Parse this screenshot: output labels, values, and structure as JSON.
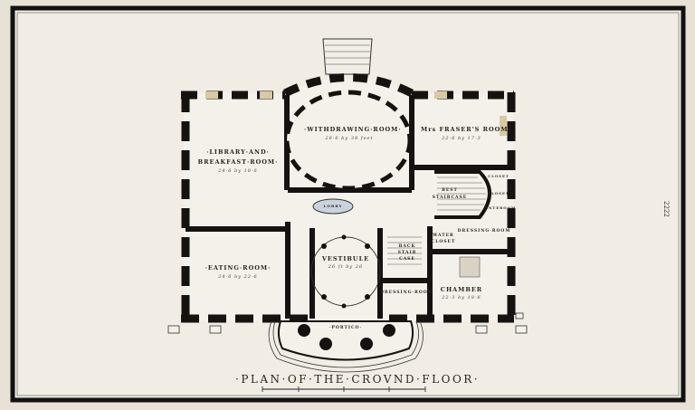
{
  "plan": {
    "title": "·PLAN·OF·THE·CROVND·FLOOR·",
    "catalog_mark": "2222"
  },
  "rooms": {
    "withdrawing": {
      "name": "·WITHDRAWING·ROOM·",
      "dims": "26·6 by 38 feet"
    },
    "mrs_fraser": {
      "name": "Mrs FRASER'S ROOM·",
      "dims": "22·6 by 17·3"
    },
    "library": {
      "name_line1": "·LIBRARY·AND·",
      "name_line2": "BREAKFAST·ROOM·",
      "dims": "24·6 by 18·6"
    },
    "eating": {
      "name": "·EATING·ROOM·",
      "dims": "24·6 by 22·6"
    },
    "vestibule": {
      "name": "VESTIBULE",
      "dims": "26 ft by 26"
    },
    "chamber": {
      "name": "CHAMBER",
      "dims": "22·3 by 18·6"
    },
    "dressing": {
      "name": "DRESSING·ROOM"
    },
    "dressing_room_2": {
      "name": "DRESSING·ROOM"
    },
    "best_staircase": {
      "name_line1": "BEST",
      "name_line2": "STAIRCASE"
    },
    "back_stair": {
      "name_line1": "BACK",
      "name_line2": "STAIR",
      "name_line3": "CASE"
    },
    "water_closet": {
      "name_line1": "WATER",
      "name_line2": "CLOSET"
    },
    "lobby": {
      "name": "LOBBY"
    },
    "closet": {
      "name": "CLOSET"
    },
    "closet2": {
      "name": "CLOSET"
    },
    "anteroom": {
      "name": "ANTEROOM"
    },
    "portico": {
      "name": "·PORTICO·"
    }
  },
  "colors": {
    "paper": "#e8e2d6",
    "sheet": "#f1ede4",
    "ink": "#151210",
    "room_wash": "#f4f1ea",
    "oval_wash": "#c9d3de",
    "gold": "#d9c9a2"
  }
}
